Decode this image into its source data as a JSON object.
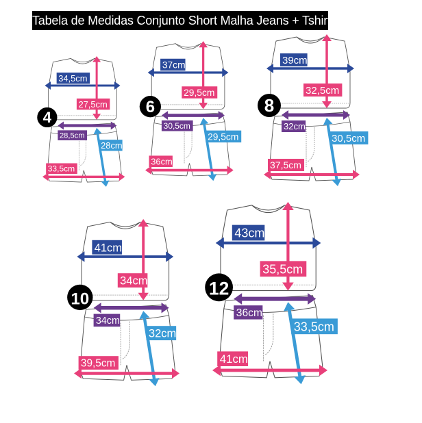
{
  "title": "Tabela de Medidas Conjunto Short Malha Jeans + Tshirt Oversized",
  "colors": {
    "shirt_width": "#2b4a9a",
    "shirt_length": "#e8407a",
    "waist": "#6b3b8e",
    "short_length": "#3a9bd6",
    "short_width": "#e8407a",
    "badge": "#000000"
  },
  "sizes": [
    {
      "size": "4",
      "shirt_width": "34,5cm",
      "shirt_length": "27,5cm",
      "waist": "28,5cm",
      "short_length": "28cm",
      "short_width": "33,5cm"
    },
    {
      "size": "6",
      "shirt_width": "37cm",
      "shirt_length": "29,5cm",
      "waist": "30,5cm",
      "short_length": "29,5cm",
      "short_width": "36cm"
    },
    {
      "size": "8",
      "shirt_width": "39cm",
      "shirt_length": "32,5cm",
      "waist": "32cm",
      "short_length": "30,5cm",
      "short_width": "37,5cm"
    },
    {
      "size": "10",
      "shirt_width": "41cm",
      "shirt_length": "34cm",
      "waist": "34cm",
      "short_length": "32cm",
      "short_width": "39,5cm"
    },
    {
      "size": "12",
      "shirt_width": "43cm",
      "shirt_length": "35,5cm",
      "waist": "36cm",
      "short_length": "33,5cm",
      "short_width": "41cm"
    }
  ]
}
